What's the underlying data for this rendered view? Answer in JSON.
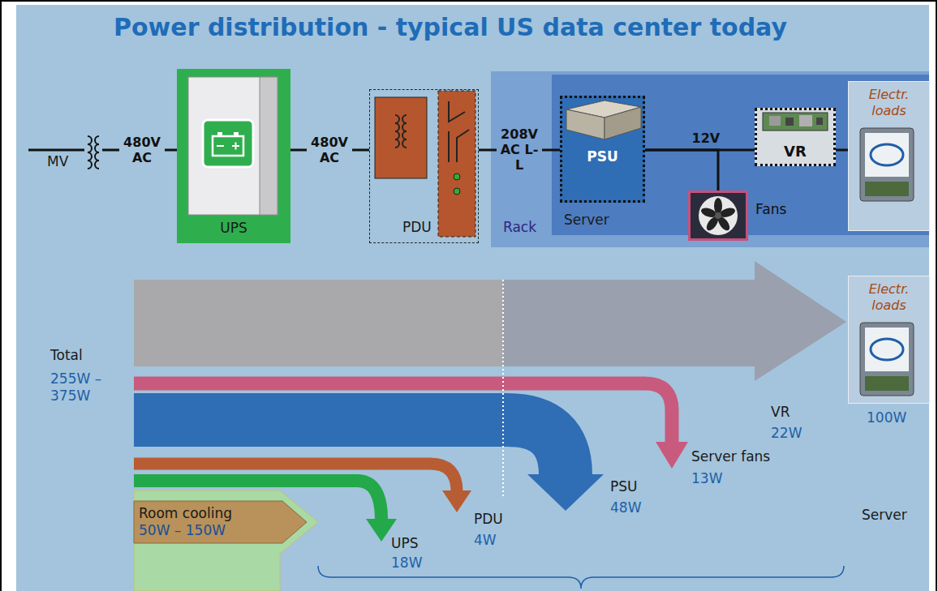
{
  "diagram": {
    "title": "Power distribution - typical US data center today",
    "nodes": [
      {
        "text": [
          "UPS"
        ]
      },
      {
        "text": [
          "PDU"
        ]
      },
      {
        "text": [
          "Rack"
        ]
      },
      {
        "text": [
          "Server"
        ],
        "in": 2
      },
      {
        "text": [
          "PSU"
        ],
        "in": 3
      },
      {
        "text": [
          "Fans"
        ],
        "in": 3
      },
      {
        "text": [
          "VR"
        ],
        "in": 3
      },
      {
        "text": [
          "Electr. loads"
        ],
        "in": 3
      },
      {
        "text": [
          "Electr. loads"
        ]
      },
      {
        "text": [
          "Room cooling",
          "50W – 150W"
        ]
      }
    ],
    "edges": [
      {
        "from": 0,
        "to": 1,
        "label": "480V AC",
        "arrow": "none"
      },
      {
        "from": 1,
        "to": 4,
        "label": "208V AC L-L",
        "arrow": "none"
      },
      {
        "from": 4,
        "to": 6,
        "label": "12V",
        "arrow": "none"
      },
      {
        "from": 4,
        "to": 5,
        "arrow": "none"
      },
      {
        "from": 6,
        "to": 7,
        "arrow": "none"
      }
    ],
    "labels": [
      "MV",
      "480V AC",
      "Total",
      "255W – 375W",
      "100W",
      "VR",
      "22W",
      "Server fans",
      "13W",
      "PSU",
      "48W",
      "PDU",
      "4W",
      "UPS",
      "18W",
      "Server"
    ]
  }
}
